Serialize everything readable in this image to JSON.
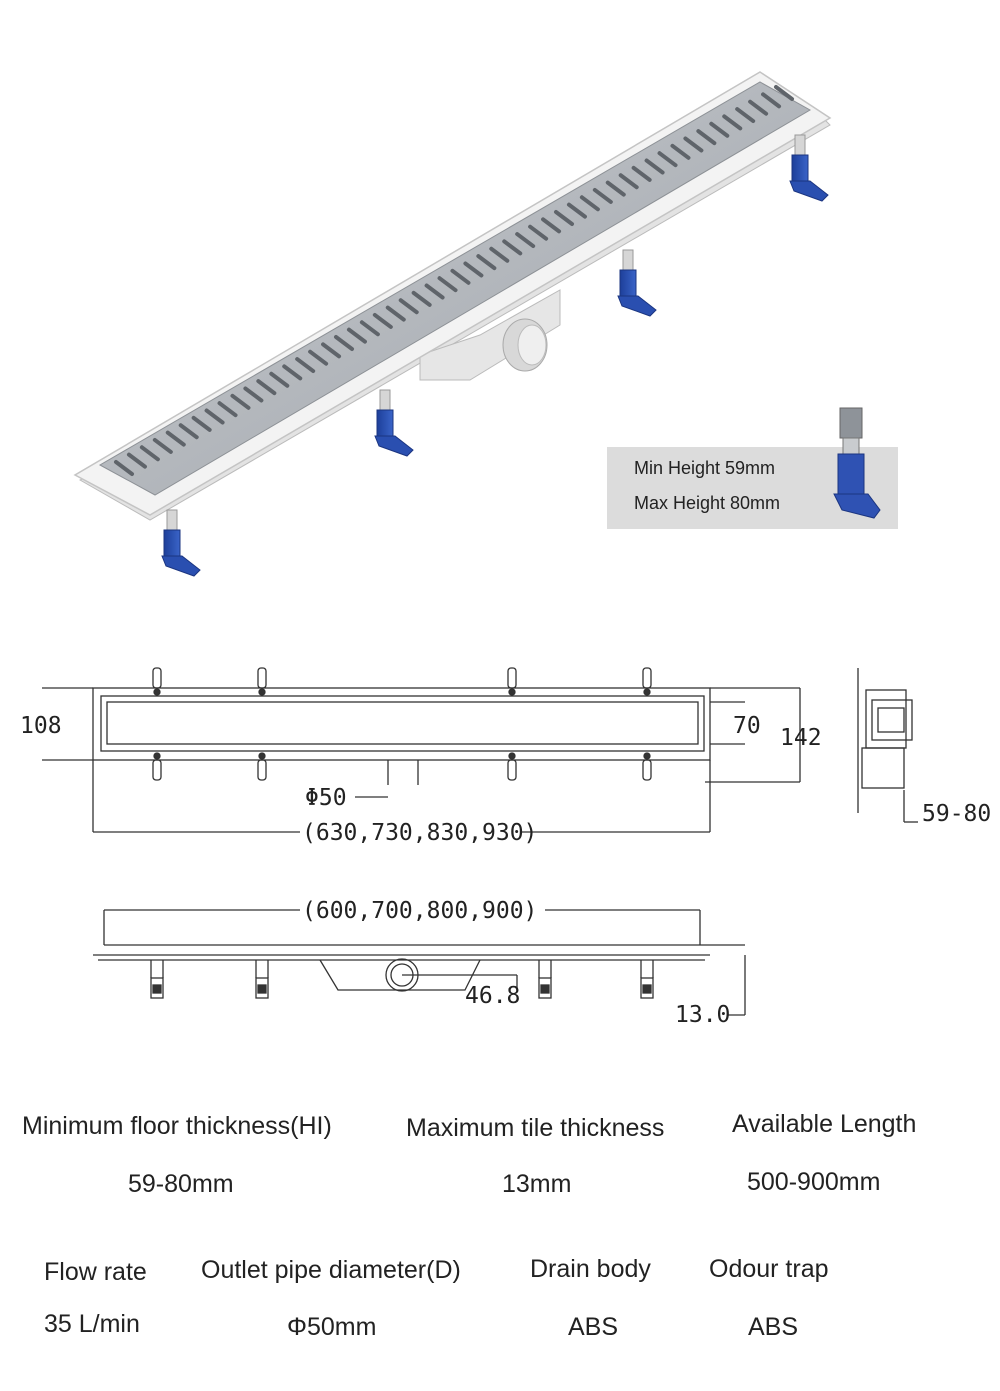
{
  "callout": {
    "min_height": "Min Height 59mm",
    "max_height": "Max Height 80mm"
  },
  "dimensions": {
    "top_view": {
      "height_outer_left": "108",
      "height_inner": "70",
      "height_outer_right": "142",
      "outlet": "Φ50",
      "lengths": "(630,730,830,930)"
    },
    "side_view": {
      "height_range": "59-80"
    },
    "front_view": {
      "lengths": "(600,700,800,900)",
      "outlet_offset": "46.8",
      "tile": "13.0"
    }
  },
  "specs": [
    {
      "label": "Minimum floor thickness(HI)",
      "value": "59-80mm"
    },
    {
      "label": "Maximum tile thickness",
      "value": "13mm"
    },
    {
      "label": "Available Length",
      "value": "500-900mm"
    },
    {
      "label": "Flow rate",
      "value": "35 L/min"
    },
    {
      "label": "Outlet pipe diameter(D)",
      "value": "Φ50mm"
    },
    {
      "label": "Drain body",
      "value": "ABS"
    },
    {
      "label": "Odour trap",
      "value": "ABS"
    }
  ],
  "colors": {
    "grate": "#b5b9be",
    "frame": "#ececec",
    "leg": "#2a4fb0",
    "callout_bg": "#dcdcdc"
  }
}
